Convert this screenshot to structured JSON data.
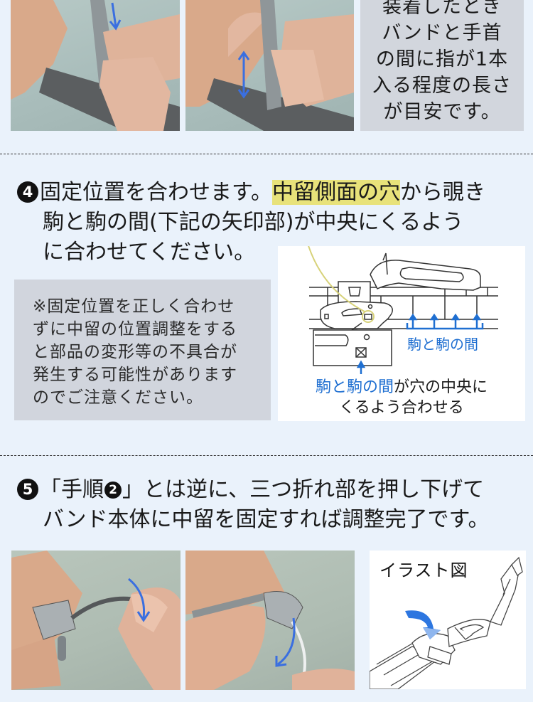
{
  "step3_photos": {
    "photo1": {
      "alt": "Fingers sliding the clasp along the band",
      "arrow": "down-arrow"
    },
    "photo2": {
      "alt": "Fingers adjusting the clasp position",
      "arrow": "up-down-arrow"
    },
    "note_lines": [
      "装着したとき",
      "バンドと手首",
      "の間に指が1本",
      "入る程度の長さ",
      "が目安です。"
    ]
  },
  "step4": {
    "number": "4",
    "line1_pre": "固定位置を合わせます。",
    "line1_highlight": "中留側面の穴",
    "line1_post": "から覗き",
    "line2": "駒と駒の間(下記の矢印部)が中央にくるよう",
    "line3": "に合わせてください。",
    "warning_lines": [
      "※固定位置を正しく合わせ",
      "ずに中留の位置調整をする",
      "と部品の変形等の不具合が",
      "発生する可能性があります",
      "のでご注意ください。"
    ],
    "diagram": {
      "gap_label": "駒と駒の間",
      "caption_blue": "駒と駒の間",
      "caption_rest": "が穴の中央に",
      "caption_line2": "くるよう合わせる"
    }
  },
  "step5": {
    "number": "5",
    "line1_open": "「手順",
    "line1_ref": "2",
    "line1_rest": "」とは逆に、三つ折れ部を押し下げて",
    "line2": "バンド本体に中留を固定すれば調整完了です。",
    "photo1": {
      "alt": "Pressing the folding clasp down",
      "arrow": "curved-down-arrow"
    },
    "photo2": {
      "alt": "Closing the clasp onto the band",
      "arrow": "curved-down-left-arrow"
    },
    "illustration_title": "イラスト図"
  },
  "colors": {
    "background": "#eaf2fb",
    "note_box": "#d2d6dd",
    "highlight": "#e8e27a",
    "accent_blue": "#1f6fd1"
  }
}
